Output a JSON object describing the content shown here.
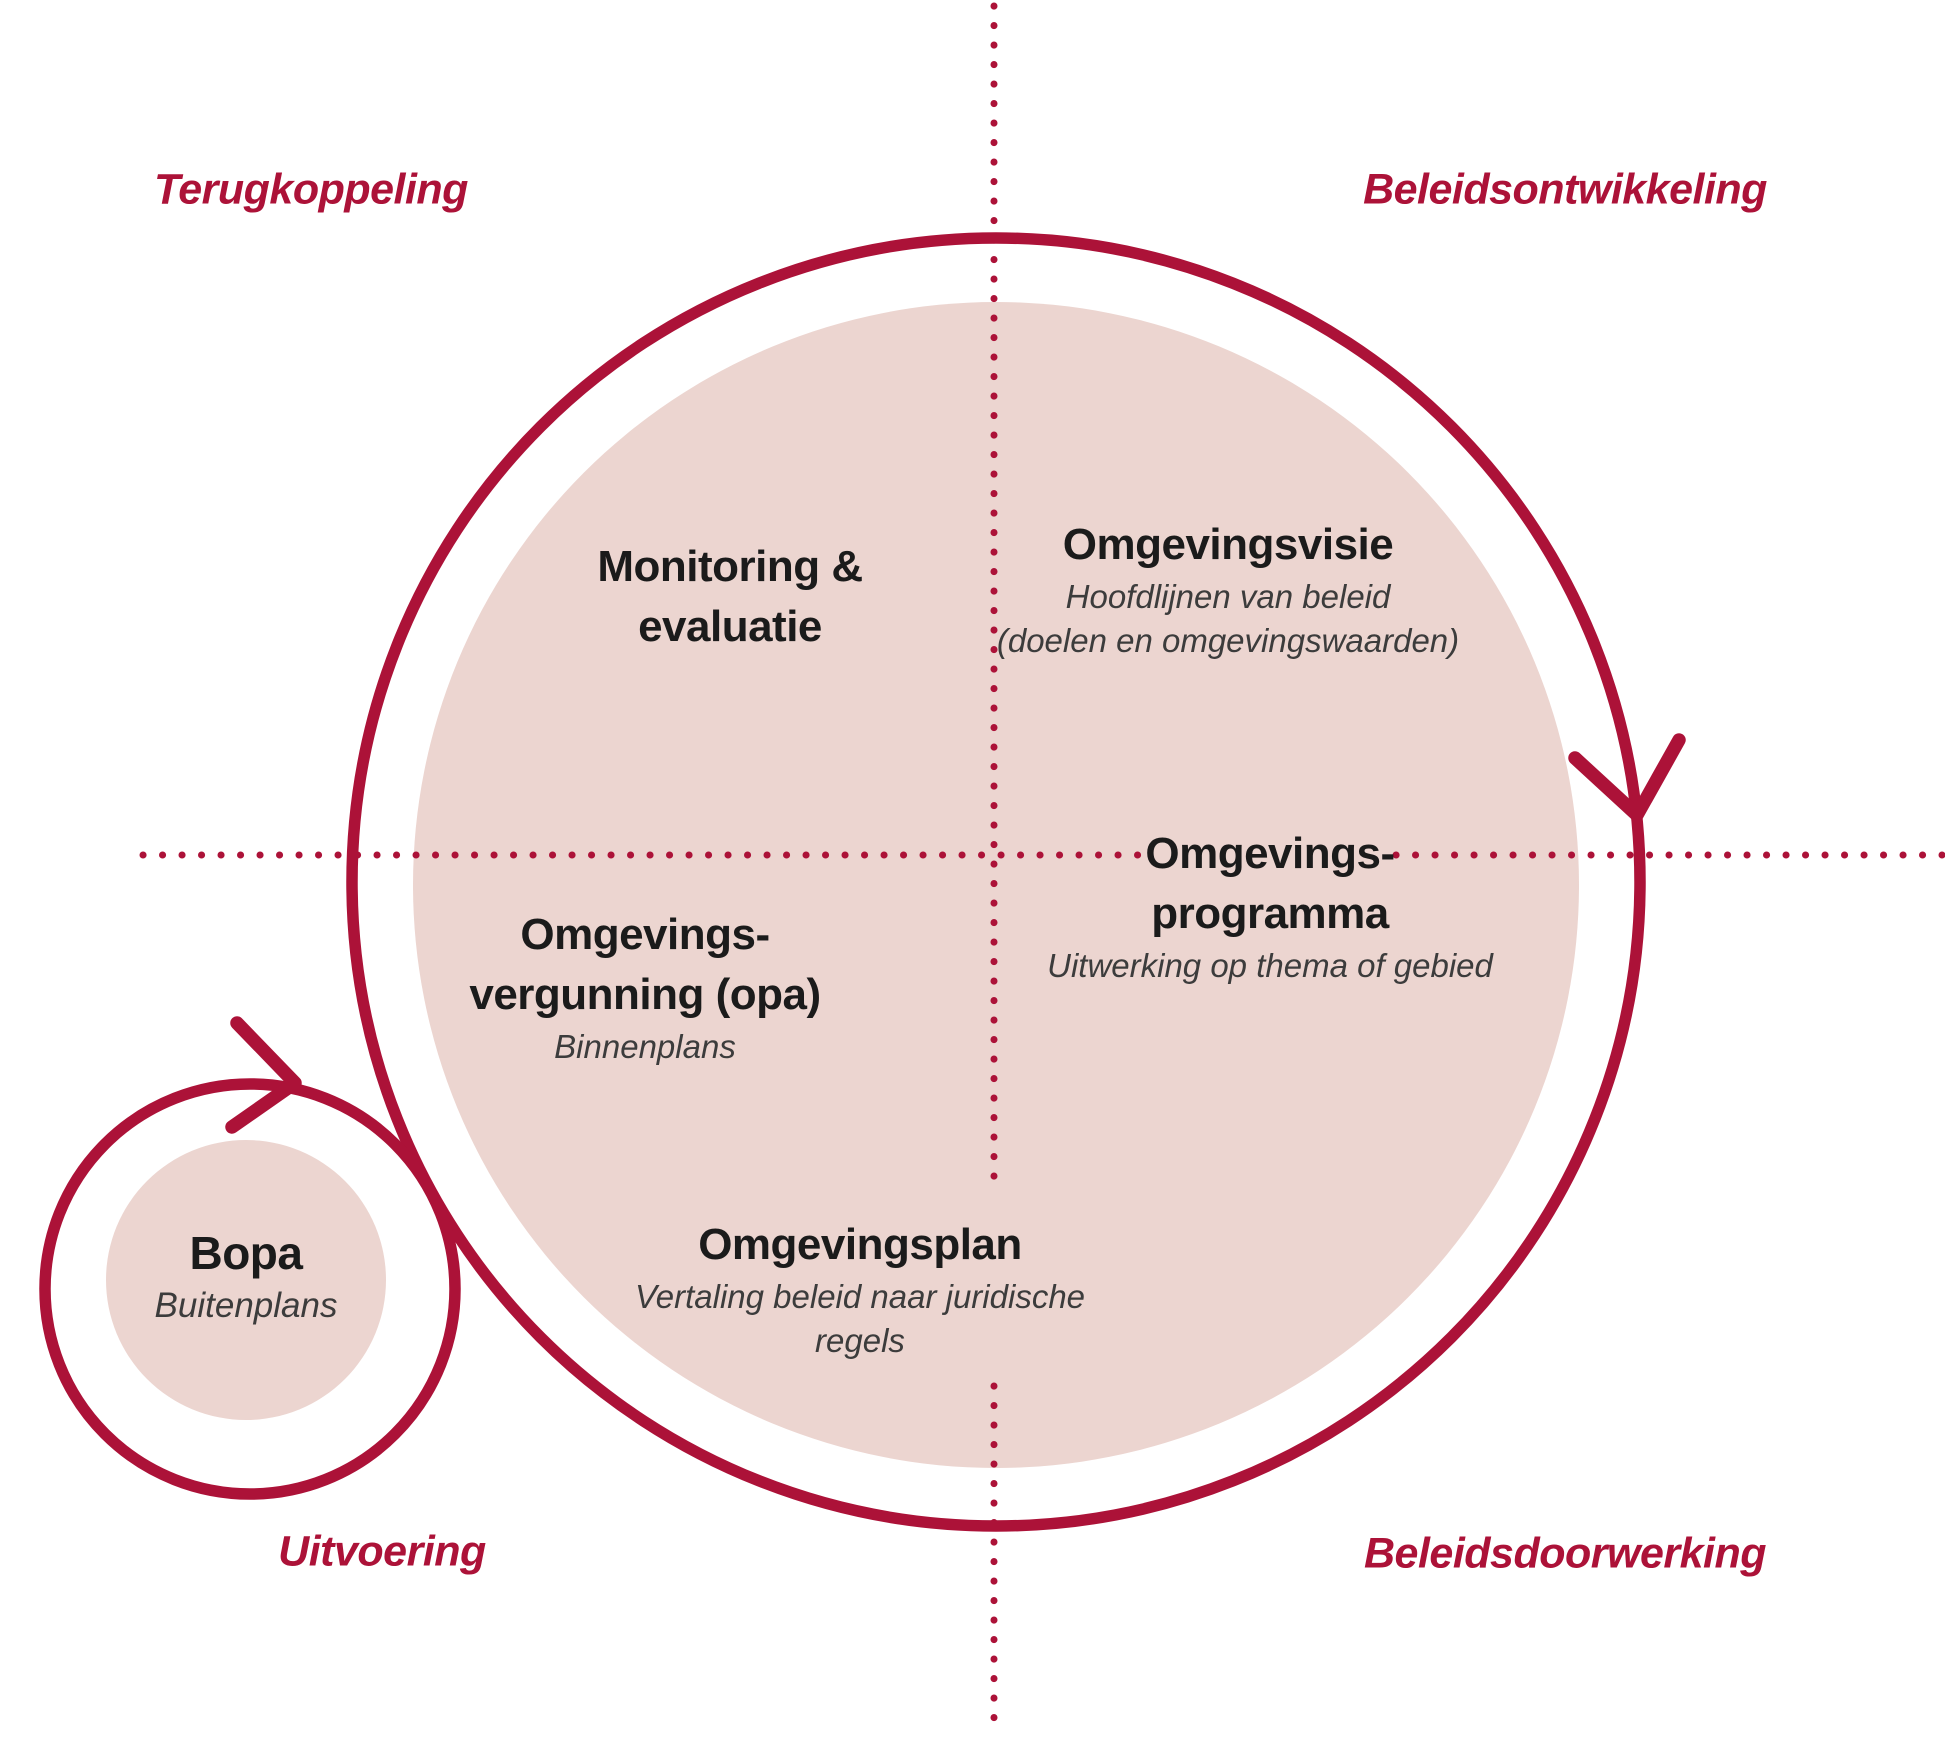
{
  "colors": {
    "accent_red": "#AC1238",
    "circle_fill": "#ECD5D0",
    "title_text": "#1B1B1B",
    "subtitle_text": "#3C3C3C",
    "background": "#FFFFFF"
  },
  "quadrants": {
    "top_left": "Terugkoppeling",
    "top_right": "Beleidsontwikkeling",
    "bottom_left": "Uitvoering",
    "bottom_right": "Beleidsdoorwerking"
  },
  "cycle": {
    "monitoring": {
      "title": "Monitoring &\nevaluatie"
    },
    "visie": {
      "title": "Omgevingsvisie",
      "subtitle": "Hoofdlijnen van beleid\n(doelen en omgevingswaarden)"
    },
    "programma": {
      "title": "Omgevings-\nprogramma",
      "subtitle": "Uitwerking op thema of gebied"
    },
    "vergunning": {
      "title": "Omgevings-\nvergunning (opa)",
      "subtitle": "Binnenplans"
    },
    "plan": {
      "title": "Omgevingsplan",
      "subtitle": "Vertaling beleid naar juridische\nregels"
    },
    "bopa": {
      "title": "Bopa",
      "subtitle": "Buitenplans"
    }
  }
}
